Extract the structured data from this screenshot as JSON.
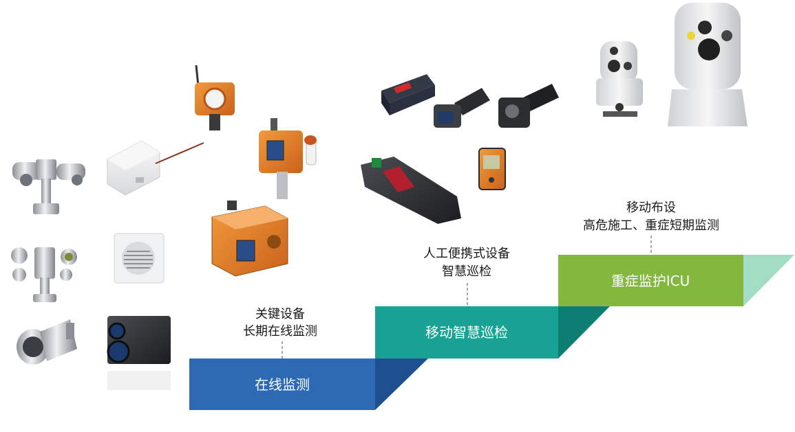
{
  "steps": [
    {
      "bar_label": "在线监测",
      "caption_lines": [
        "关键设备",
        "长期在线监测"
      ]
    },
    {
      "bar_label": "移动智慧巡检",
      "caption_lines": [
        "人工便携式设备",
        "智慧巡检"
      ]
    },
    {
      "bar_label": "重症监护ICU",
      "caption_lines": [
        "移动布设",
        "高危施工、重症短期监测"
      ]
    }
  ],
  "colors": {
    "step1": "#2e6ab4",
    "step1_fold": "#1e4f8e",
    "step2": "#17a294",
    "step2_fold": "#0f7e72",
    "step3": "#84b73e",
    "step3_fold": "#a3ddc4",
    "text_on_bar": "#ffffff",
    "caption": "#1a1a1a",
    "connector": "#8a8a8a"
  },
  "device_icons": [
    "ptz-camera-icon",
    "junction-box-icon",
    "gas-detector-antenna-icon",
    "gas-transmitter-icon",
    "explosion-proof-box-icon",
    "multi-lens-camera-icon",
    "speaker-icon",
    "bullet-camera-icon",
    "thermal-camera-icon",
    "handheld-meter-icon",
    "flashlight-camera-icon",
    "inspection-torch-icon",
    "portable-gas-analyzer-icon",
    "pocket-detector-icon",
    "dome-ptz-small-icon",
    "dome-ptz-large-icon"
  ]
}
